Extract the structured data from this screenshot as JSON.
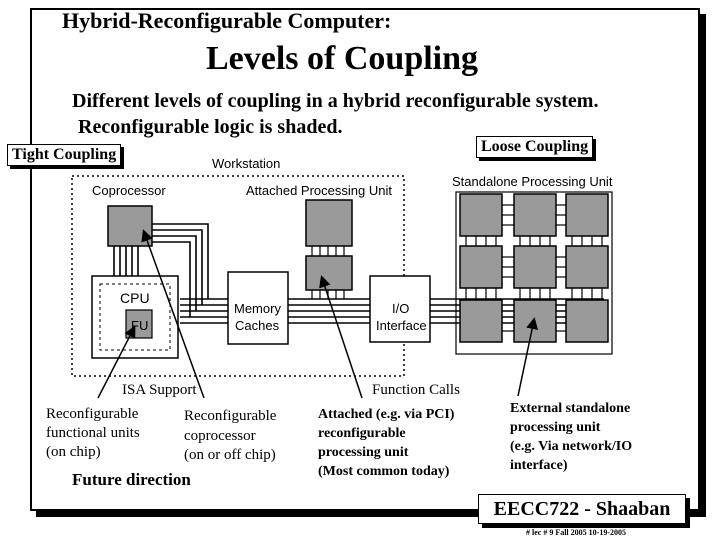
{
  "slide": {
    "super_title": "Hybrid-Reconfigurable Computer:",
    "title": "Levels of Coupling",
    "intro_line1": "Different levels of coupling in a hybrid reconfigurable system.",
    "intro_line2": "Reconfigurable logic is shaded.",
    "tight_label": "Tight Coupling",
    "loose_label": "Loose Coupling",
    "brand": "EECC722 - Shaaban",
    "footer": "# lec # 9 Fall 2005 10-19-2005"
  },
  "diagram": {
    "workstation": "Workstation",
    "coprocessor": "Coprocessor",
    "attached_unit": "Attached Processing Unit",
    "standalone_unit": "Standalone Processing Unit",
    "cpu": "CPU",
    "fu": "FU",
    "memory_line1": "Memory",
    "memory_line2": "Caches",
    "io_line1": "I/O",
    "io_line2": "Interface"
  },
  "annotations": {
    "isa_support": "ISA Support",
    "function_calls": "Function Calls",
    "fu_line1": "Reconfigurable",
    "fu_line2": "functional units",
    "fu_line3": "(on chip)",
    "cop_line1": "Reconfigurable",
    "cop_line2": "coprocessor",
    "cop_line3": "(on or off chip)",
    "future": "Future direction",
    "attached_line1": "Attached (e.g. via PCI)",
    "attached_line2": "reconfigurable",
    "attached_line3": "processing unit",
    "attached_line4": "(Most common today)",
    "ext_line1": "External standalone",
    "ext_line2": "processing unit",
    "ext_line3": "(e.g. Via network/IO",
    "ext_line4": "interface)"
  },
  "colors": {
    "shaded": "#9a9a9a",
    "line": "#000000",
    "background": "#ffffff"
  }
}
